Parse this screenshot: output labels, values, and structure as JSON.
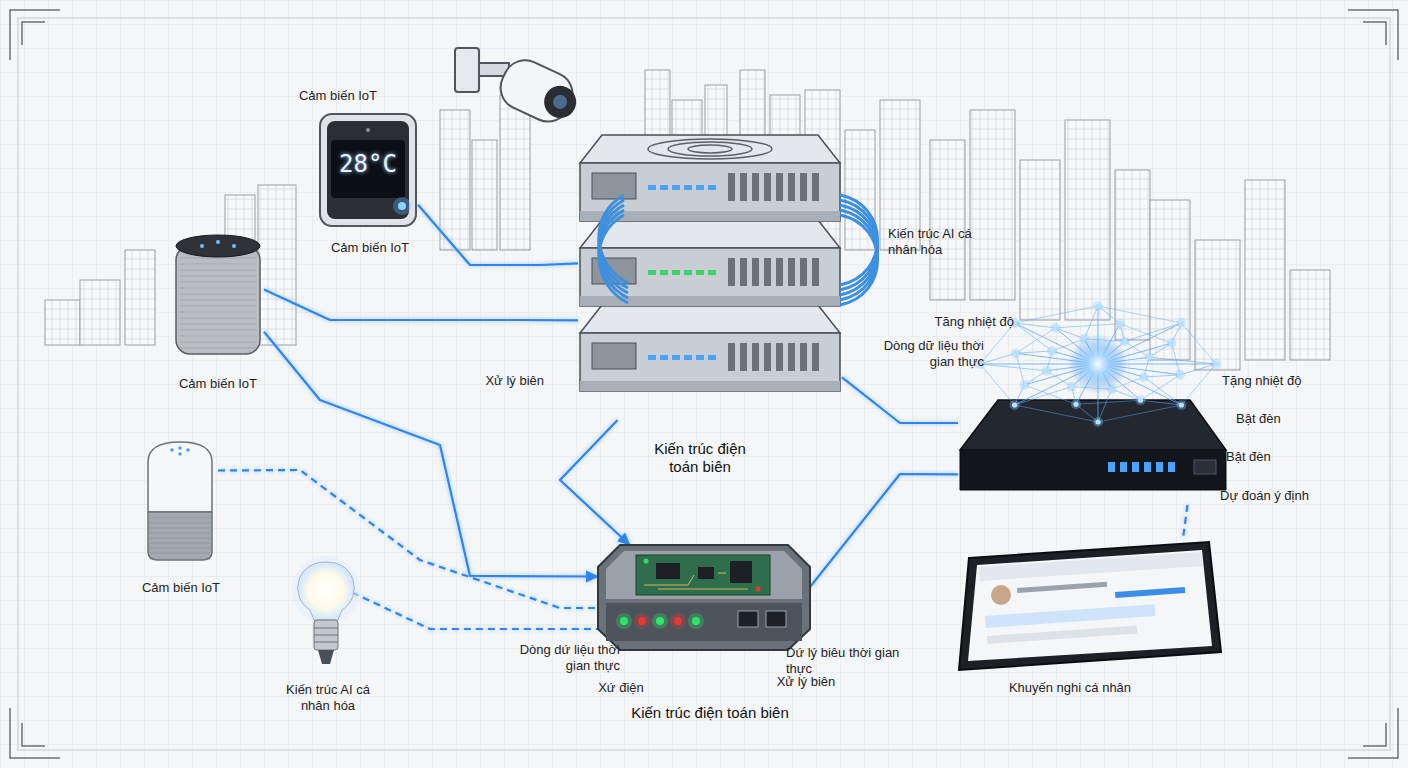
{
  "diagram": {
    "nodes": [
      {
        "text": [
          "Cảm biến IoT",
          "28°C",
          "Cảm biến IoT"
        ]
      },
      {
        "text": [
          "Kiến trúc AI cá nhân hóa",
          "Xử lý biên",
          "Kiến trúc điện toán biên"
        ]
      },
      {
        "text": [
          "Cảm biến IoT"
        ]
      },
      {
        "text": [
          "Tăng nhiệt độ",
          "Dòng dữ liệu thời gian thực",
          "Tặng nhiệt độ",
          "Bật đèn",
          "Bật đèn",
          "Dự đoán ý định"
        ]
      },
      {
        "text": [
          "Cảm biến IoT"
        ]
      },
      {
        "text": [
          "Dòng dứ liệu thời gian thực",
          "Xứ điện",
          "Dứ lý biêu thời gian thực",
          "Xử lý biên",
          "Kiến trúc điện toán biên"
        ]
      },
      {
        "text": [
          "Kiến trúc AI cá nhân hóa"
        ]
      },
      {
        "text": [
          "Khuyến nghi cá nhân"
        ]
      }
    ],
    "edges": [
      {
        "from": 0,
        "to": 1,
        "arrow": "none"
      },
      {
        "from": 2,
        "to": 1,
        "arrow": "none"
      },
      {
        "from": 2,
        "to": 5,
        "arrow": "to"
      },
      {
        "from": 4,
        "to": 5,
        "arrow": "none"
      },
      {
        "from": 6,
        "to": 5,
        "arrow": "none"
      },
      {
        "from": 1,
        "to": 5,
        "arrow": "to"
      },
      {
        "from": 1,
        "to": 3,
        "arrow": "none"
      },
      {
        "from": 5,
        "to": 3,
        "arrow": "none"
      },
      {
        "from": 3,
        "to": 7,
        "arrow": "none"
      }
    ]
  }
}
